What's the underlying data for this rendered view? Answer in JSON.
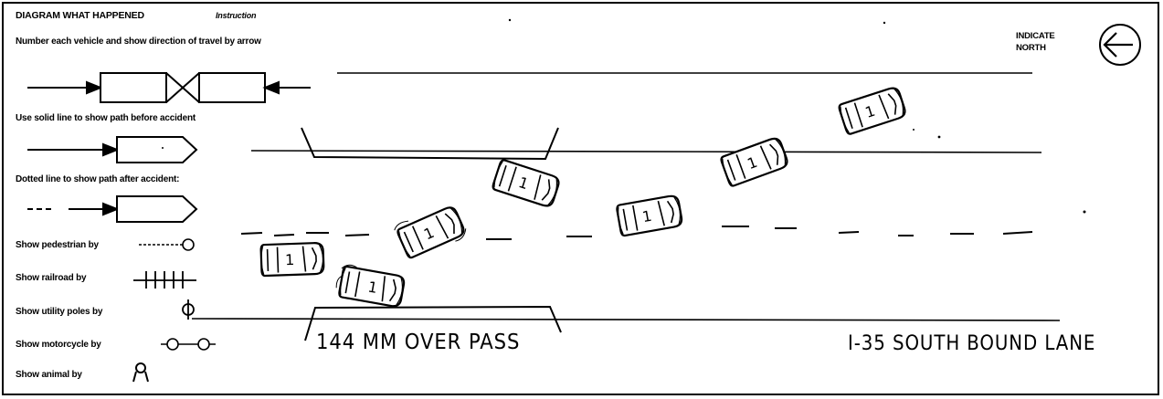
{
  "header": {
    "title": "DIAGRAM WHAT HAPPENED",
    "instruction_tag": "Instruction",
    "instruction": "Number each vehicle and show direction of travel by arrow"
  },
  "north": {
    "label_line1": "INDICATE",
    "label_line2": "NORTH"
  },
  "legend": {
    "solid_line": "Use solid line to show path before accident",
    "dotted_line": "Dotted line to show path after accident:",
    "pedestrian": "Show pedestrian by",
    "railroad": "Show railroad by",
    "utility_poles": "Show utility poles by",
    "motorcycle": "Show motorcycle by",
    "animal": "Show animal by"
  },
  "annotations": {
    "overpass": "144 MM OVER PASS",
    "road": "I-35 SOUTH BOUND LANE"
  },
  "vehicles": [
    {
      "number": "1"
    },
    {
      "number": "1"
    },
    {
      "number": "1"
    },
    {
      "number": "1"
    },
    {
      "number": "1"
    },
    {
      "number": "1"
    },
    {
      "number": "1"
    }
  ]
}
